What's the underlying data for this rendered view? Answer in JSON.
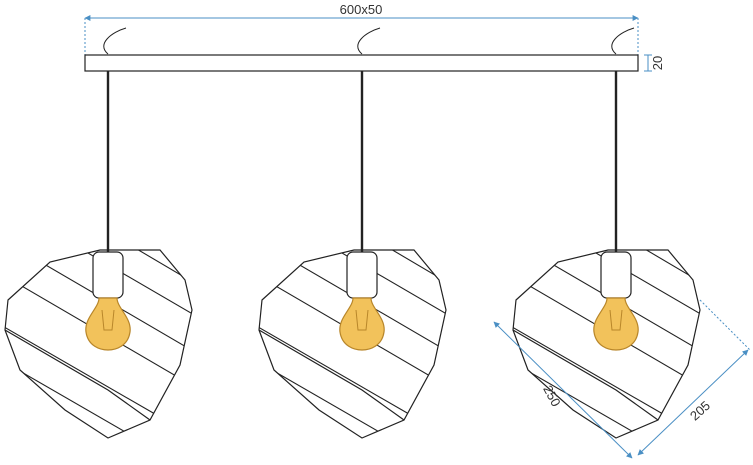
{
  "dimensions": {
    "canopy_size": "600x50",
    "canopy_height": "20",
    "shade_width": "250",
    "shade_depth": "205"
  },
  "colors": {
    "outline": "#222222",
    "dimension": "#4a8fc4",
    "bulb_fill": "#f2c25b",
    "bulb_stroke": "#b8862a",
    "text": "#333333"
  },
  "pendant_count": 3
}
